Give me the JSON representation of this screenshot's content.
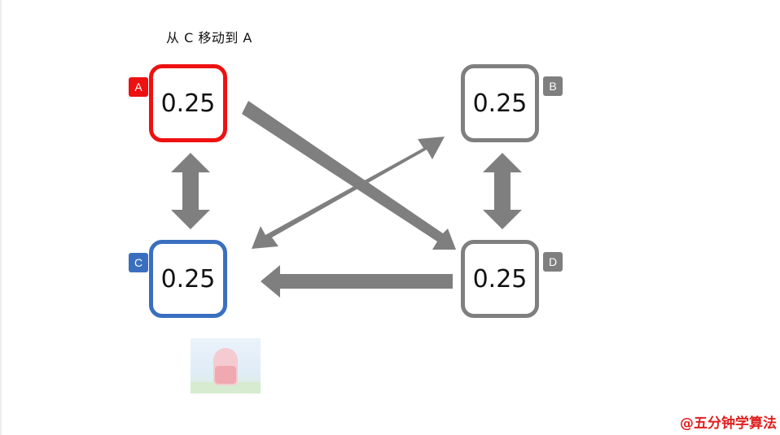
{
  "caption": "从 C 移动到 A",
  "watermark": "@五分钟学算法",
  "colors": {
    "active": "#ee1111",
    "source": "#3a6fc0",
    "inactive": "#7f7f7f",
    "arrow": "#7f7f7f"
  },
  "nodes": {
    "a": {
      "label": "A",
      "value": "0.25"
    },
    "b": {
      "label": "B",
      "value": "0.25"
    },
    "c": {
      "label": "C",
      "value": "0.25"
    },
    "d": {
      "label": "D",
      "value": "0.25"
    }
  },
  "edges": [
    {
      "from": "A",
      "to": "C",
      "direction": "both"
    },
    {
      "from": "B",
      "to": "D",
      "direction": "both"
    },
    {
      "from": "A",
      "to": "D",
      "direction": "forward"
    },
    {
      "from": "C",
      "to": "B",
      "direction": "both"
    },
    {
      "from": "D",
      "to": "C",
      "direction": "forward"
    }
  ],
  "thumbnail": {
    "icon": "cartoon-character-thumbnail"
  }
}
